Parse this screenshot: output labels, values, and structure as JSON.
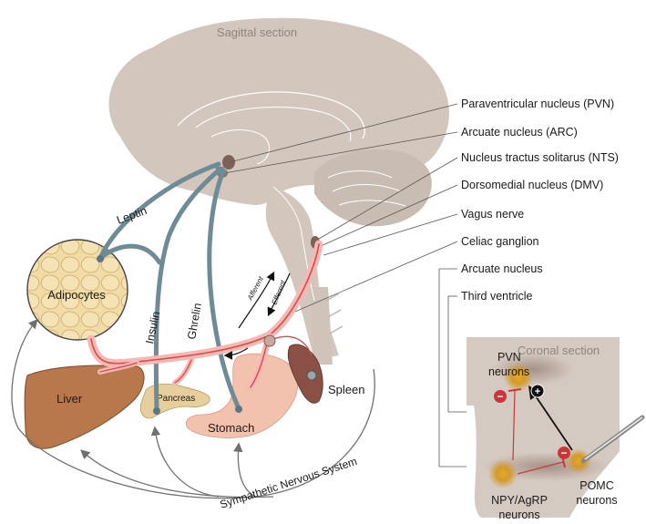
{
  "brain": {
    "section_title": "Sagittal section"
  },
  "right_labels": [
    "Paraventricular nucleus (PVN)",
    "Arcuate nucleus (ARC)",
    "Nucleus tractus solitarus (NTS)",
    "Dorsomedial nucleus (DMV)",
    "Vagus nerve",
    "Celiac ganglion",
    "Arcuate nucleus",
    "Third ventricle"
  ],
  "hormones": {
    "leptin": "Leptin",
    "insulin": "Insulin",
    "ghrelin": "Ghrelin"
  },
  "organs": {
    "adipocytes": "Adipocytes",
    "liver": "Liver",
    "pancreas": "Pancreas",
    "stomach": "Stomach",
    "spleen": "Spleen"
  },
  "nerve_labels": {
    "afferent": "Afferent",
    "efferent": "Efferent",
    "sympathetic": "Sympathetic Nervous System"
  },
  "coronal": {
    "title": "Coronal section",
    "pvn_line1": "PVN",
    "pvn_line2": "neurons",
    "npy_line1": "NPY/AgRP",
    "npy_line2": "neurons",
    "pomc_line1": "POMC",
    "pomc_line2": "neurons",
    "minus": "−",
    "plus": "+"
  },
  "colors": {
    "brain_fill": "#d2c6bd",
    "brain_dark": "#c2b5ab",
    "hormone_path": "#6f8b96",
    "nerve_red": "#d94b4b",
    "nerve_glow": "#f4b9b4",
    "liver": "#b9774c",
    "stomach": "#f3c2ae",
    "pancreas": "#e6cf9d",
    "spleen": "#8a4f45",
    "adipocyte": "#f2dca6",
    "coronal_bg": "#d5cac1",
    "neuron_gold": "#d9a12a",
    "inhibit_red": "#c8383a"
  }
}
